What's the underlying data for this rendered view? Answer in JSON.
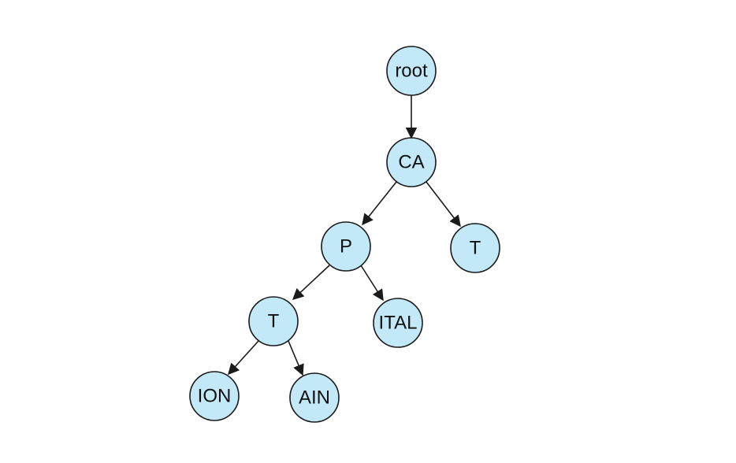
{
  "diagram": {
    "type": "tree",
    "nodes": [
      {
        "id": "root",
        "label": "root"
      },
      {
        "id": "ca",
        "label": "CA"
      },
      {
        "id": "p",
        "label": "P"
      },
      {
        "id": "t_right",
        "label": "T"
      },
      {
        "id": "t_left",
        "label": "T"
      },
      {
        "id": "ital",
        "label": "ITAL"
      },
      {
        "id": "ion",
        "label": "ION"
      },
      {
        "id": "ain",
        "label": "AIN"
      }
    ],
    "edges": [
      {
        "from": "root",
        "to": "ca"
      },
      {
        "from": "ca",
        "to": "p"
      },
      {
        "from": "ca",
        "to": "t_right"
      },
      {
        "from": "p",
        "to": "t_left"
      },
      {
        "from": "p",
        "to": "ital"
      },
      {
        "from": "t_left",
        "to": "ion"
      },
      {
        "from": "t_left",
        "to": "ain"
      }
    ],
    "colors": {
      "node_fill": "#c3e9f8",
      "stroke": "#1a1a1a"
    }
  }
}
